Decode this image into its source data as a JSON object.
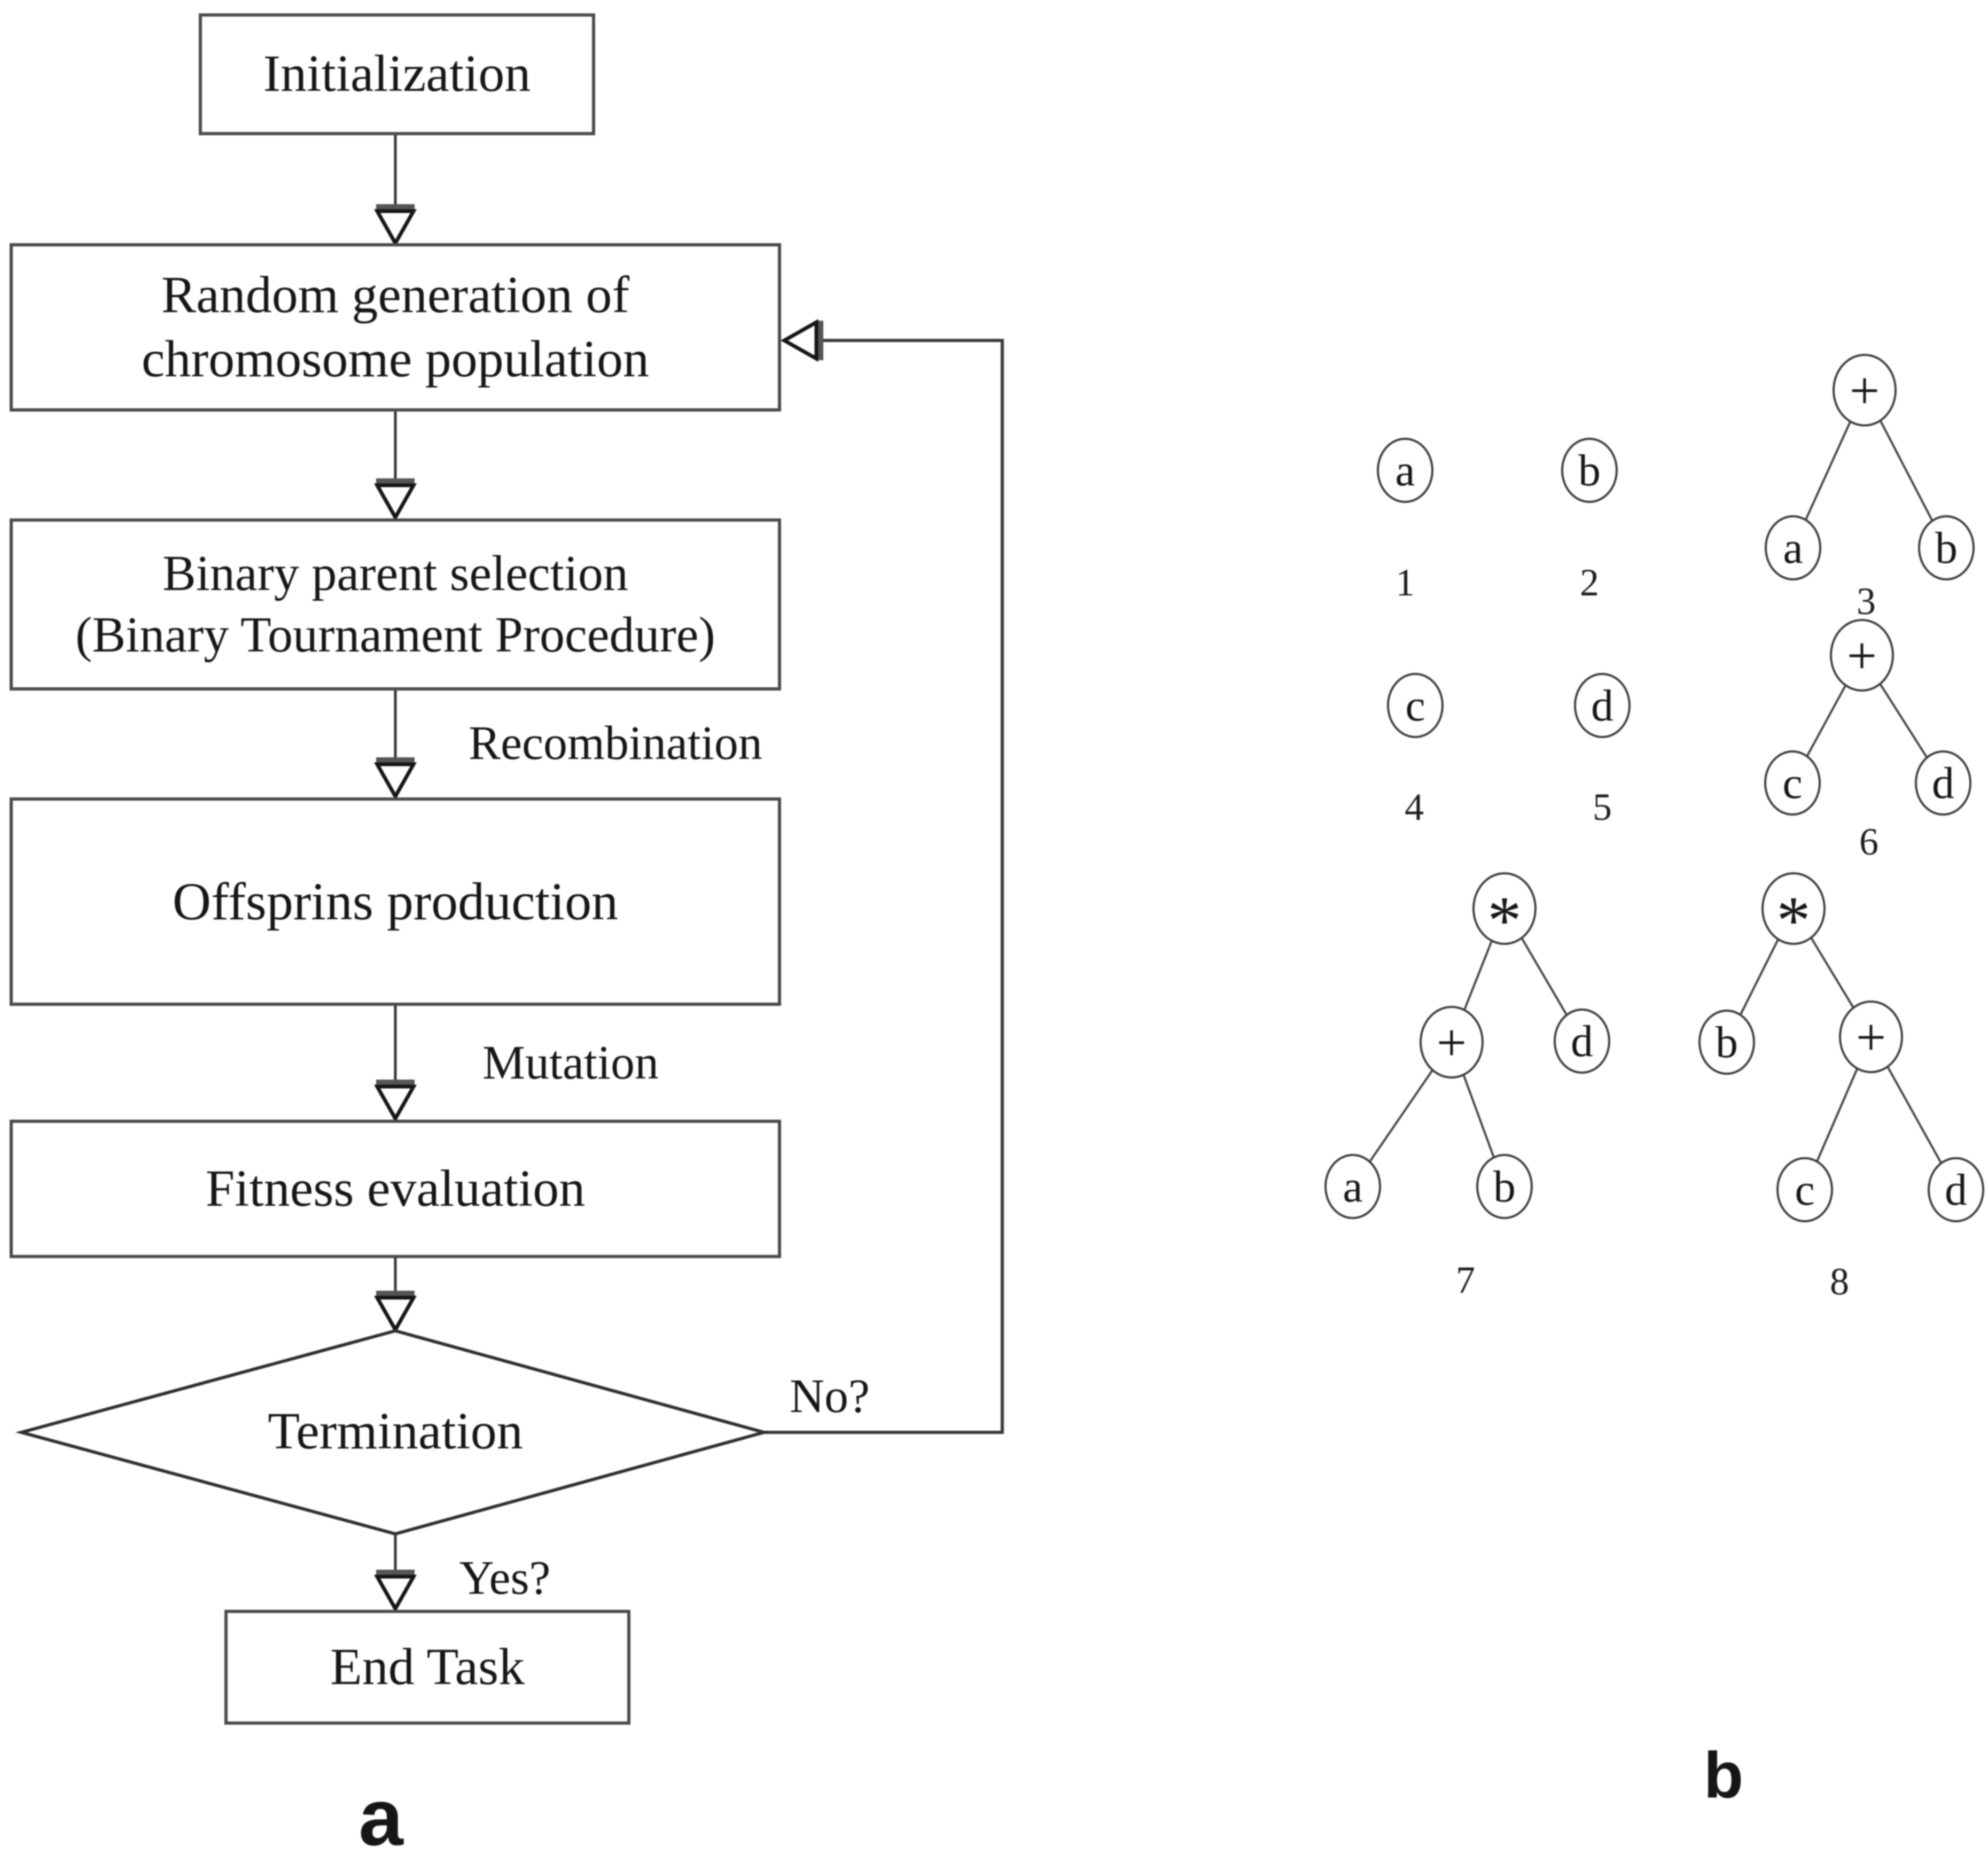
{
  "flowchart": {
    "boxes": {
      "initialization": "Initialization",
      "random_line1": "Random generation of",
      "random_line2": "chromosome population",
      "binary_line1": "Binary parent selection",
      "binary_line2": "(Binary Tournament Procedure)",
      "offspring": "Offsprins production",
      "fitness": "Fitness evaluation",
      "end_task": "End Task"
    },
    "decision_termination": "Termination",
    "edge_labels": {
      "recombination": "Recombination",
      "mutation": "Mutation",
      "no": "No?",
      "yes": "Yes?"
    }
  },
  "panels": {
    "a": "a",
    "b": "b"
  },
  "trees": {
    "t1": {
      "node": "a",
      "label": "1"
    },
    "t2": {
      "node": "b",
      "label": "2"
    },
    "t3": {
      "root": "+",
      "left": "a",
      "right": "b",
      "label": "3"
    },
    "t4": {
      "node": "c",
      "label": "4"
    },
    "t5": {
      "node": "d",
      "label": "5"
    },
    "t6": {
      "root": "+",
      "left": "c",
      "right": "d",
      "label": "6"
    },
    "t7": {
      "root": "*",
      "mid_left": "+",
      "mid_right": "d",
      "leaf_left": "a",
      "leaf_right": "b",
      "label": "7"
    },
    "t8": {
      "root": "*",
      "mid_left": "b",
      "mid_right": "+",
      "leaf_left": "c",
      "leaf_right": "d",
      "label": "8"
    }
  },
  "colors": {
    "ink": "#1a1a1a",
    "box_border": "#4a4a4a",
    "wire": "#333333"
  }
}
